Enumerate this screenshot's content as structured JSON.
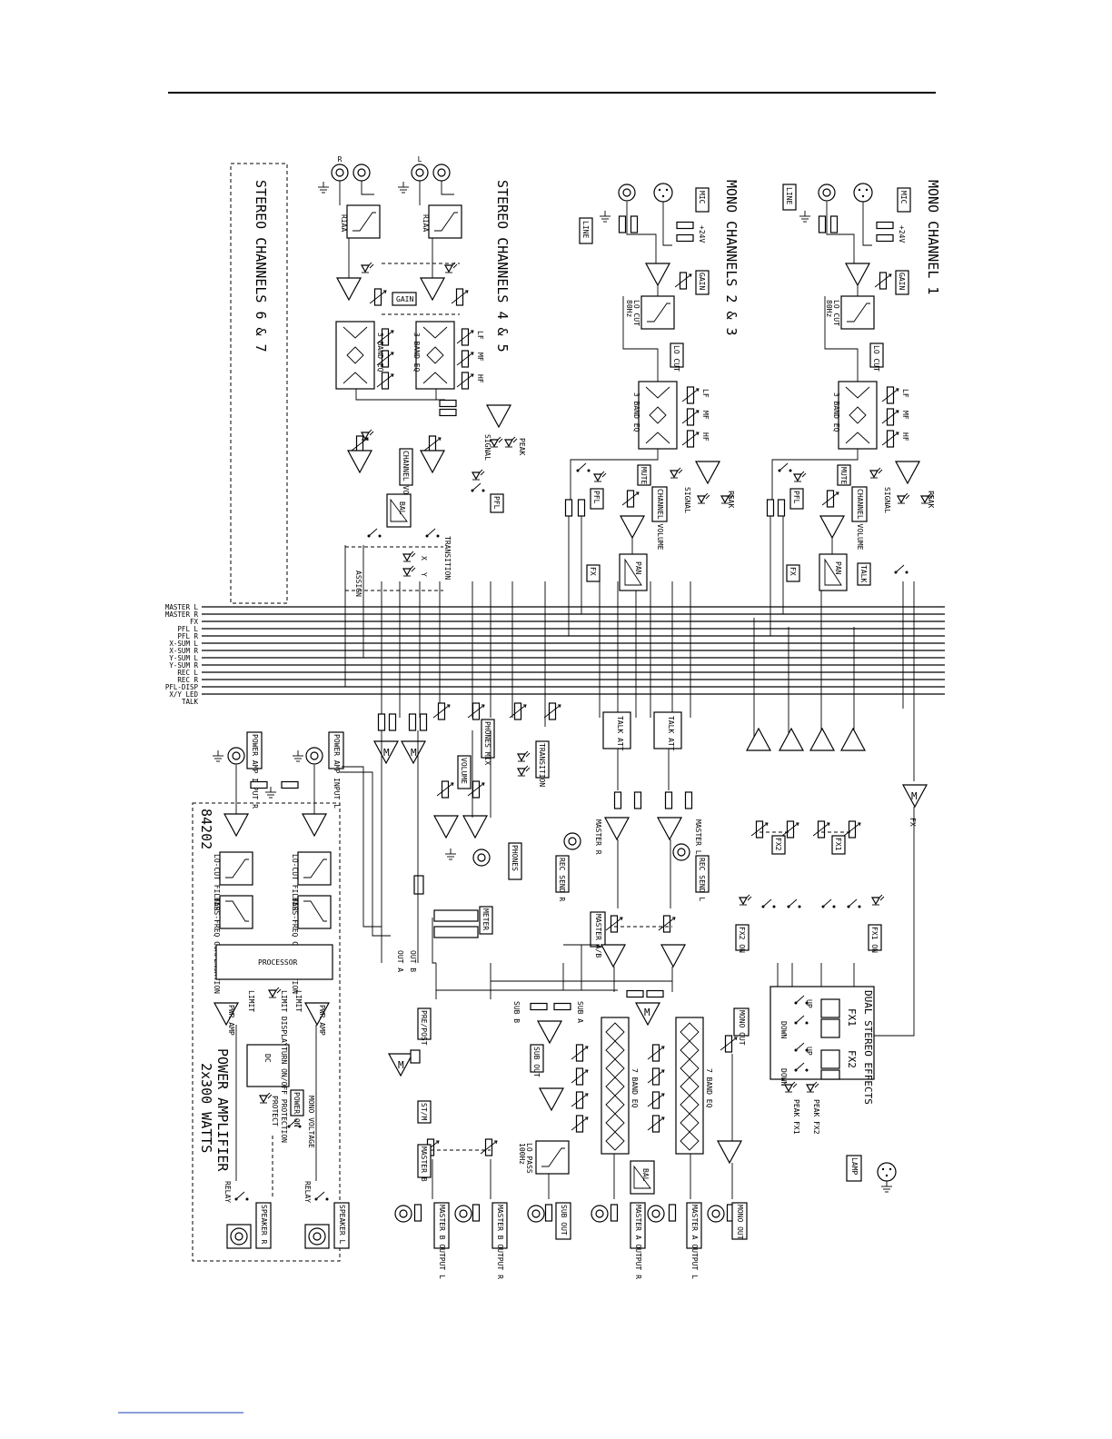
{
  "sections": {
    "mono1": "MONO CHANNEL 1",
    "mono23": "MONO CHANNELS 2 & 3",
    "stereo45": "STEREO CHANNELS 4 & 5",
    "stereo67": "STEREO CHANNELS 6 & 7",
    "dual_fx": "DUAL STEREO EFFECTS",
    "power_amp": "POWER AMPLIFIER",
    "power_rating": "2x300 WATTS",
    "model": "84202"
  },
  "buses": [
    "MASTER L",
    "MASTER R",
    "FX",
    "PFL L",
    "PFL R",
    "X-SUM L",
    "X-SUM R",
    "Y-SUM L",
    "Y-SUM R",
    "REC L",
    "REC R",
    "PFL-DISP",
    "X/Y LED",
    "TALK"
  ],
  "labels": {
    "mic": "MIC",
    "line": "LINE",
    "gain": "GAIN",
    "lo_cut": "LO CUT",
    "lo_cut_freq": "80Hz",
    "eq3": "3 BAND EQ",
    "eq7": "7 BAND EQ",
    "mute": "MUTE",
    "pfl": "PFL",
    "channel_volume": "CHANNEL VOLUME",
    "signal": "SIGNAL",
    "peak": "PEAK",
    "pan": "PAN",
    "bal": "BAL",
    "fx": "FX",
    "talk": "TALK",
    "talk_att": "TALK ATT",
    "phantom": "+24V",
    "riaa": "RIAA",
    "assign": "ASSIGN",
    "transition": "TRANSITION",
    "phones_mix": "PHONES MIX",
    "phones": "PHONES",
    "volume": "VOLUME",
    "meter": "METER",
    "rec_send_l": "REC SEND L",
    "rec_send_r": "REC SEND R",
    "master_l": "MASTER L",
    "master_r": "MASTER R",
    "master_a": "MASTER A",
    "master_b": "MASTER B",
    "master_a_b": "MASTER A/B",
    "master_a_output_l": "MASTER A OUTPUT L",
    "master_a_output_r": "MASTER A OUTPUT R",
    "master_b_output_l": "MASTER B OUTPUT L",
    "master_b_output_r": "MASTER B OUTPUT R",
    "sub_out": "SUB OUT",
    "lo_pass": "LO PASS",
    "lo_pass_freq": "100Hz",
    "mono_out": "MONO OUT",
    "pre_post": "PRE/POST",
    "st_m": "ST/M",
    "fx1": "FX1",
    "fx2": "FX2",
    "fx1_on": "FX1 ON",
    "fx2_on": "FX2 ON",
    "up": "UP",
    "down": "DOWN",
    "peak_fx1": "PEAK FX1",
    "peak_fx2": "PEAK FX2",
    "lamp": "LAMP",
    "processor": "PROCESSOR",
    "limit": "LIMIT",
    "limit_display": "LIMIT DISPLAY",
    "protect": "PROTECT",
    "power_on": "POWER ON",
    "power_amp_input_l": "POWER AMP INPUT L",
    "power_amp_input_r": "POWER AMP INPUT R",
    "speaker_l": "SPEAKER L",
    "speaker_r": "SPEAKER R",
    "relay": "RELAY",
    "pwr_amp": "PWR AMP",
    "lo_cut_filter": "LO-CUT FILTER",
    "bass_comp": "BASS-FREQ COMPENSATION",
    "turn_on_off": "TURN ON/OFF PROTECTION",
    "dc_prot": "DC",
    "sub_a": "SUB A",
    "sub_b": "SUB B",
    "out_a": "OUT A",
    "out_b": "OUT B",
    "mono_voltage": "MONO VOLTAGE",
    "m": "M",
    "lf": "LF",
    "mf": "MF",
    "hf": "HF",
    "l": "L",
    "r": "R",
    "x": "X",
    "y": "Y"
  }
}
